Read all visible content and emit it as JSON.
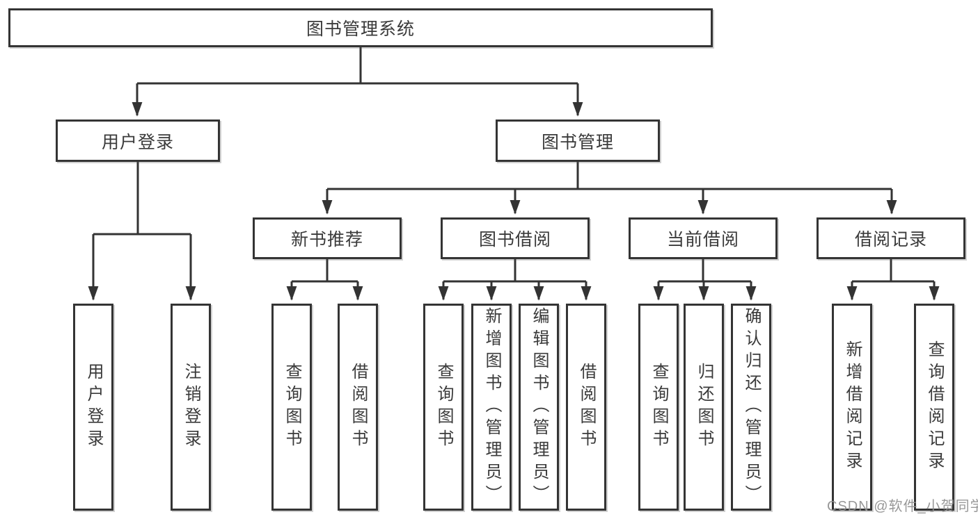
{
  "diagram": {
    "root": {
      "label": "图书管理系统"
    },
    "level1": [
      {
        "id": "user-login",
        "label": "用户登录"
      },
      {
        "id": "book-management",
        "label": "图书管理"
      }
    ],
    "level2": [
      {
        "id": "new-book-recommend",
        "label": "新书推荐"
      },
      {
        "id": "book-borrowing",
        "label": "图书借阅"
      },
      {
        "id": "current-borrowing",
        "label": "当前借阅"
      },
      {
        "id": "borrowing-records",
        "label": "借阅记录"
      }
    ],
    "leaves": {
      "user_login": [
        {
          "label": "用户登录"
        },
        {
          "label": "注销登录"
        }
      ],
      "new_book_recommend": [
        {
          "label": "查询图书"
        },
        {
          "label": "借阅图书"
        }
      ],
      "book_borrowing": [
        {
          "label": "查询图书"
        },
        {
          "label": "新增图书（管理员）"
        },
        {
          "label": "编辑图书（管理员）"
        },
        {
          "label": "借阅图书"
        }
      ],
      "current_borrowing": [
        {
          "label": "查询图书"
        },
        {
          "label": "归还图书"
        },
        {
          "label": "确认归还（管理员）"
        }
      ],
      "borrowing_records": [
        {
          "label": "新增借阅记录"
        },
        {
          "label": "查询借阅记录"
        }
      ]
    },
    "watermark": "CSDN @软件_小贺同学",
    "colors": {
      "line": "#333333",
      "box_border": "#343434",
      "text": "#3a3a3a",
      "watermark": "#8f8f8f",
      "background": "#ffffff"
    }
  }
}
